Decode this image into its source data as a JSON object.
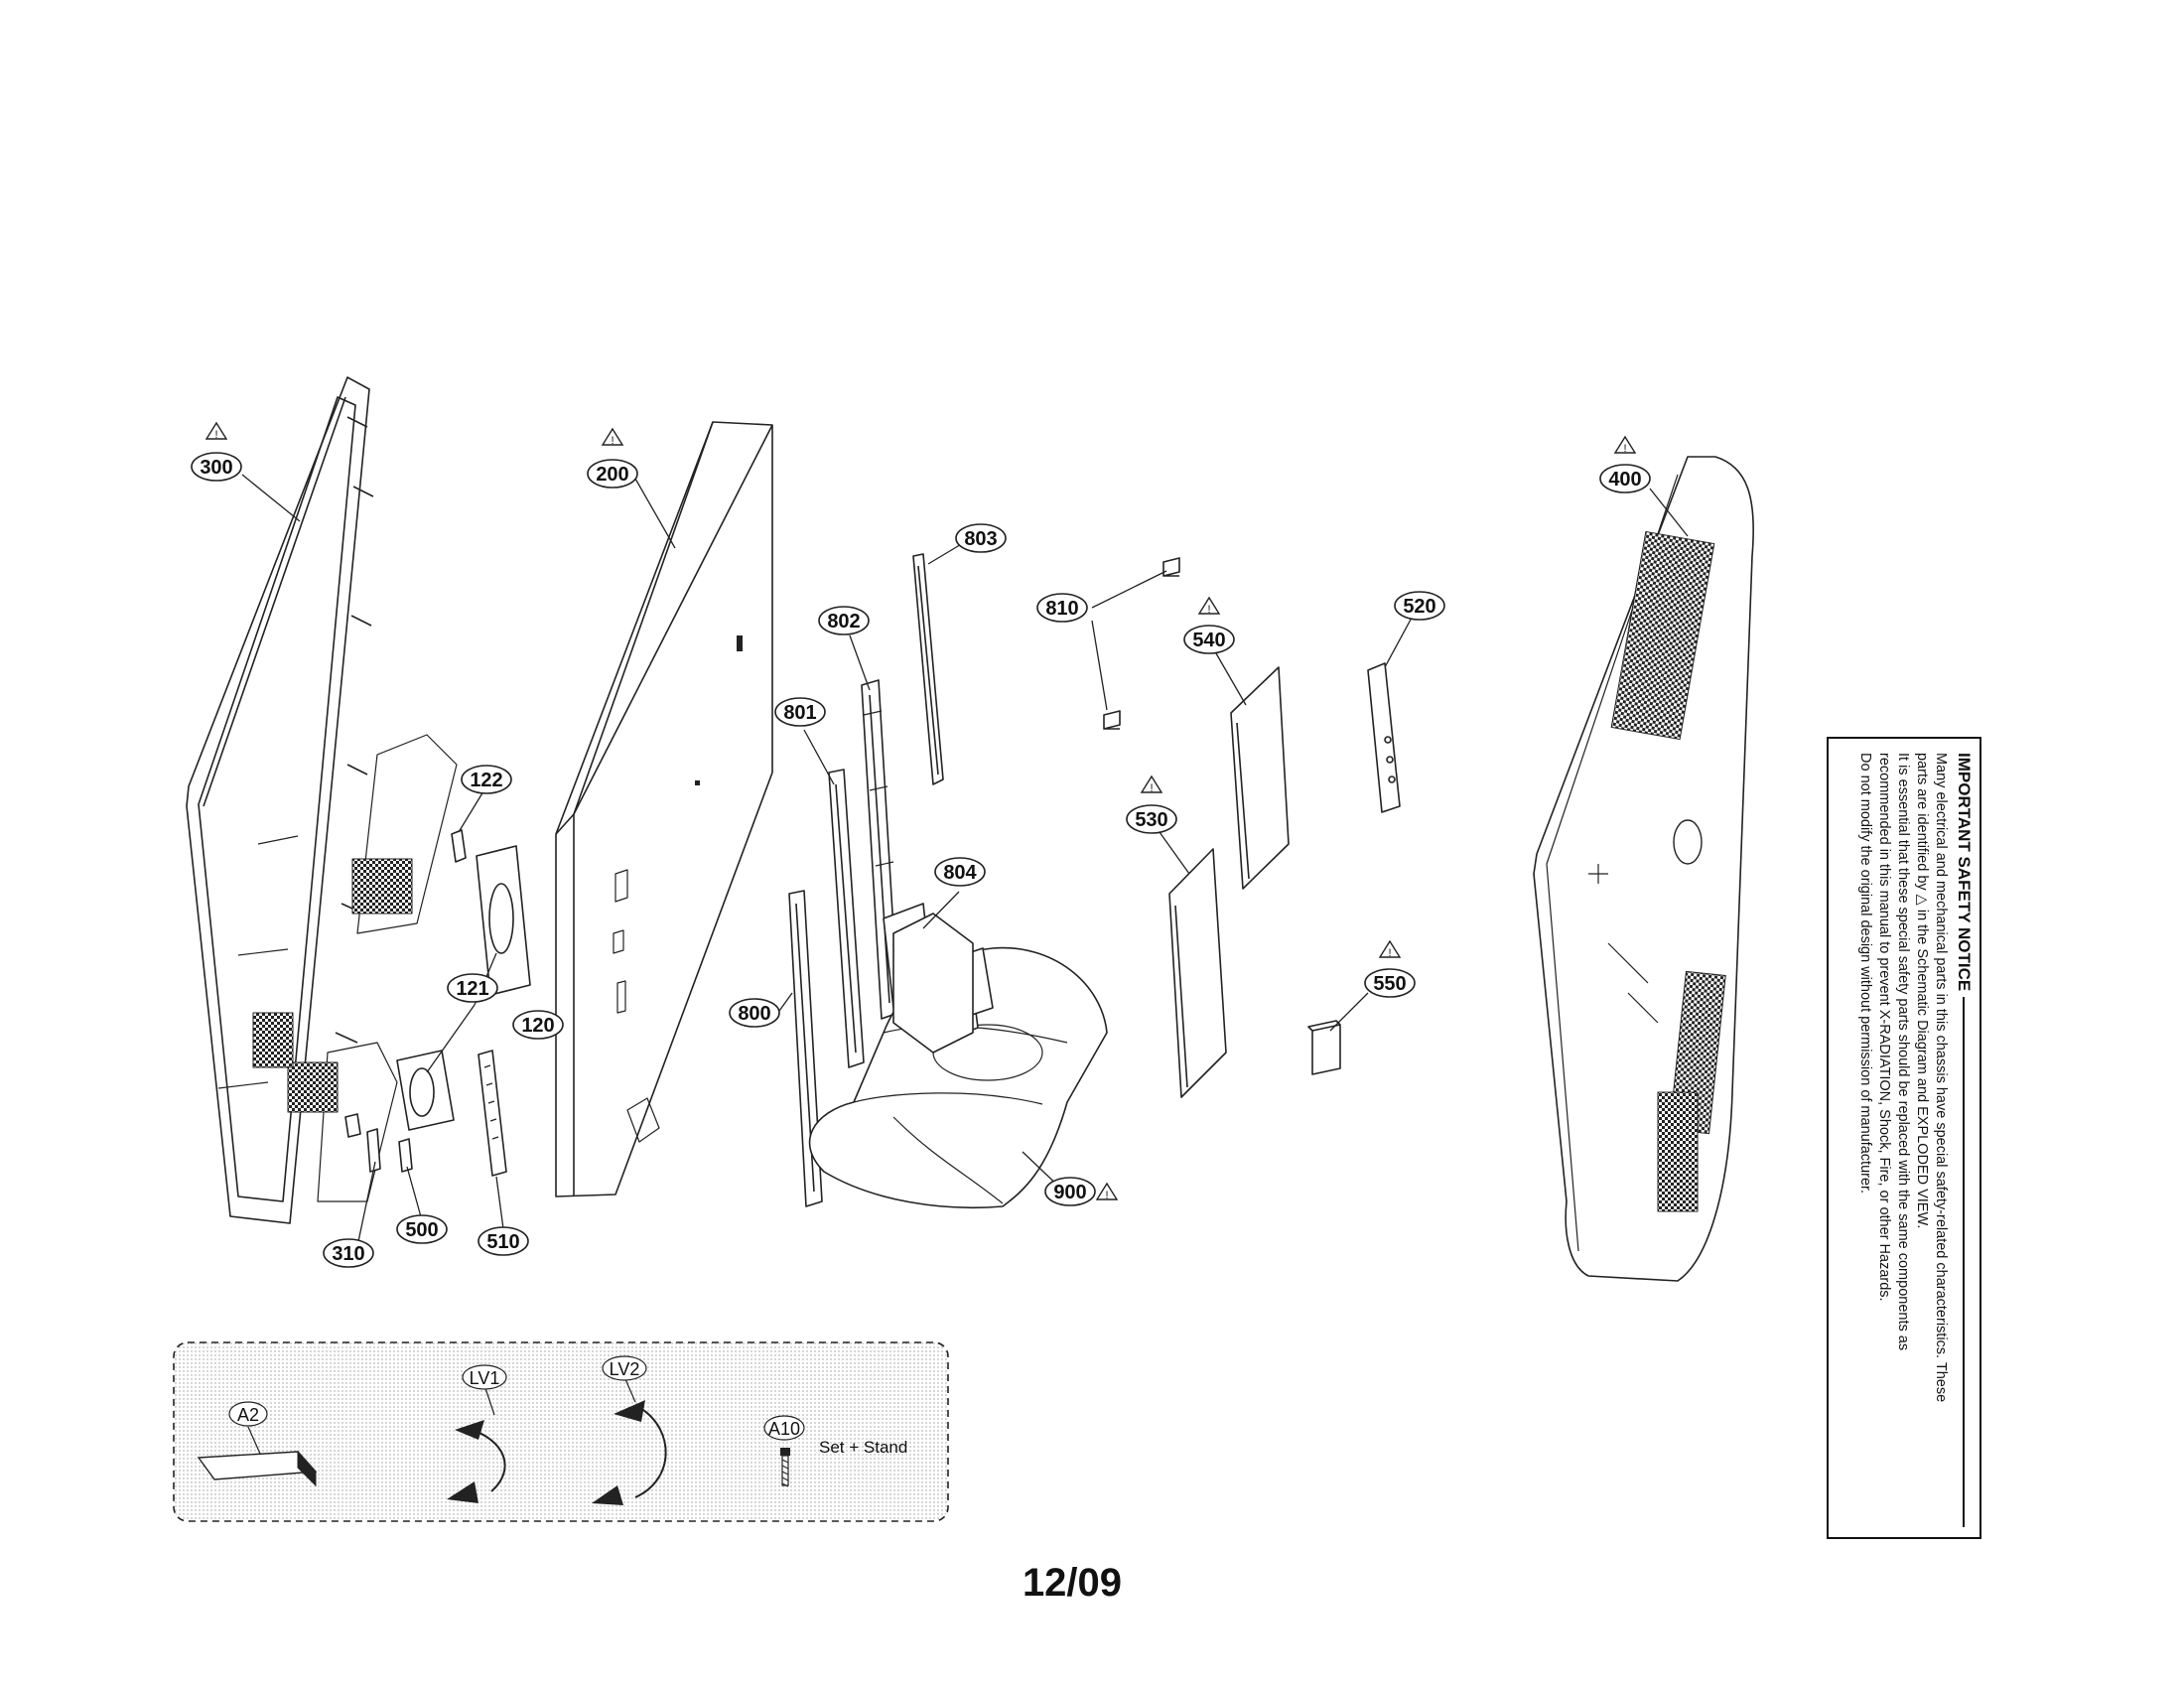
{
  "diagram": {
    "parts": {
      "p300": "300",
      "p200": "200",
      "p803": "803",
      "p802": "802",
      "p801": "801",
      "p810": "810",
      "p540": "540",
      "p520": "520",
      "p530": "530",
      "p400": "400",
      "p122": "122",
      "p121": "121",
      "p120": "120",
      "p804": "804",
      "p800": "800",
      "p550": "550",
      "p310": "310",
      "p500": "500",
      "p510": "510",
      "p900": "900"
    },
    "accessories": {
      "a2": "A2",
      "lv1": "LV1",
      "lv2": "LV2",
      "a10": "A10",
      "a10_note": "Set + Stand"
    },
    "warning_symbol": "!"
  },
  "page_number": "12/09",
  "safety_notice": {
    "title": "IMPORTANT SAFETY NOTICE",
    "lines": [
      "Many electrical and mechanical parts in this chassis have special safety-related characteristics. These",
      "parts are identified by △ in the Schematic Diagram and EXPLODED VIEW.",
      "It is essential that these special safety parts should be replaced with the same components as",
      "recommended in this manual to prevent X-RADIATION, Shock, Fire, or other Hazards.",
      "Do not modify the original design without permission of manufacturer."
    ]
  }
}
